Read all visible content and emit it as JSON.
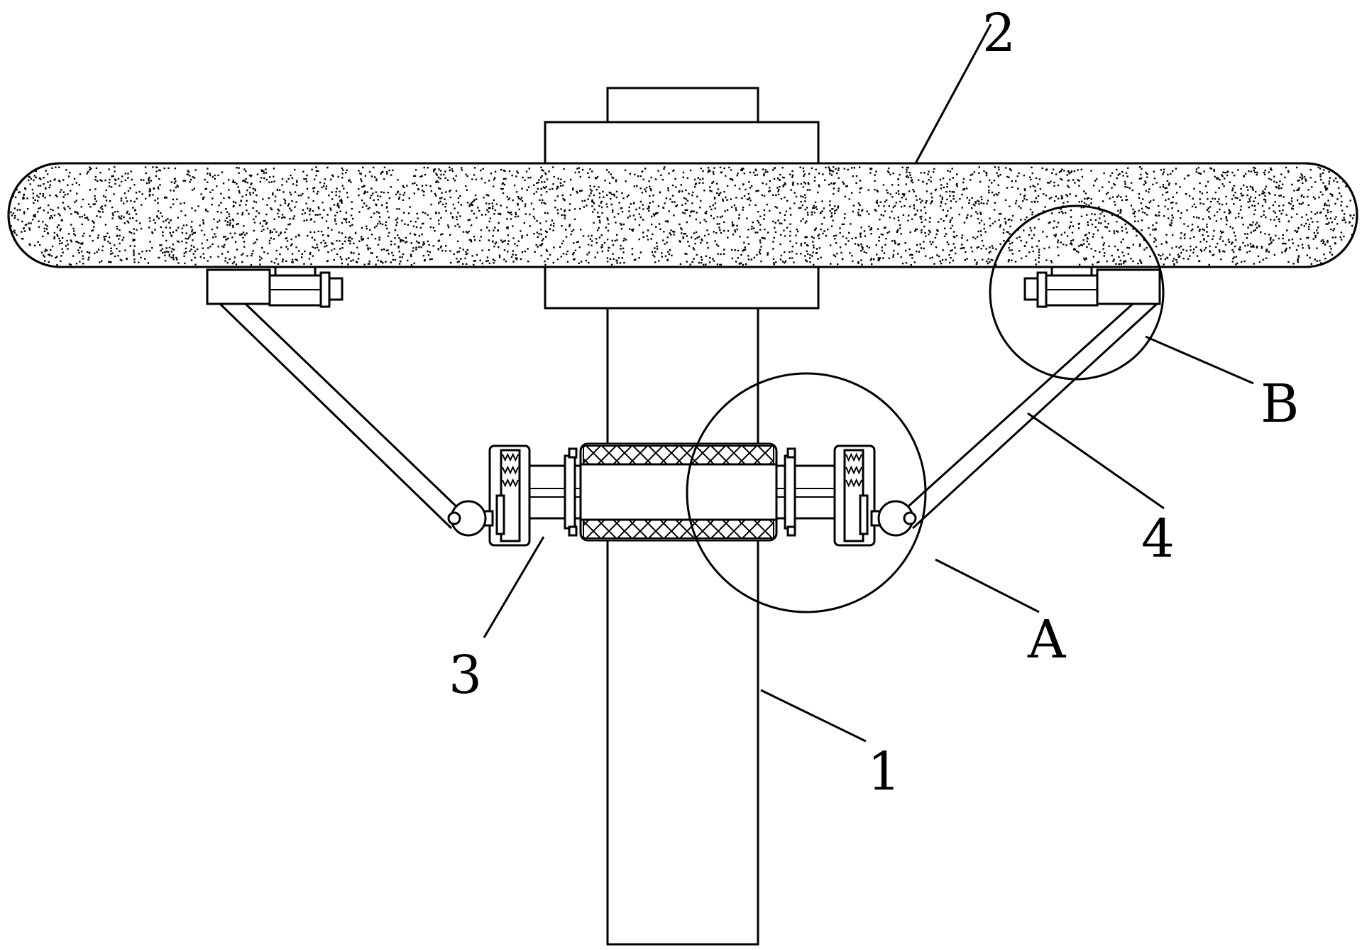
{
  "labels": {
    "pole": "1",
    "crossbar": "2",
    "clamp": "3",
    "brace": "4",
    "detail_a": "A",
    "detail_b": "B"
  },
  "colors": {
    "line": "#000000",
    "background": "#ffffff"
  }
}
